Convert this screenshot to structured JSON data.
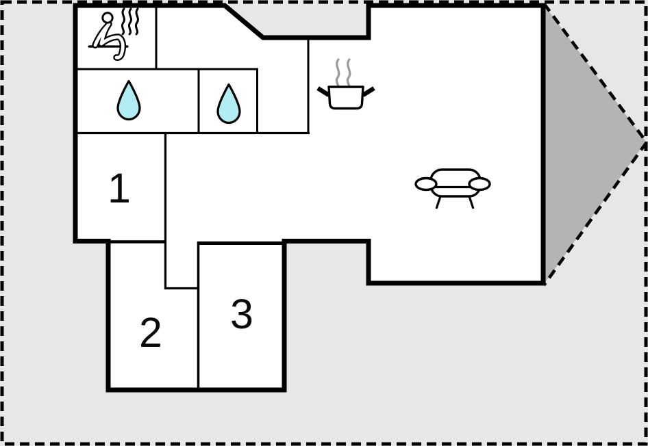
{
  "plan": {
    "type": "floor-plan",
    "rooms": [
      {
        "label": "1"
      },
      {
        "label": "2"
      },
      {
        "label": "3"
      }
    ],
    "icons": [
      {
        "name": "sauna-icon",
        "glyph": "person-on-sauna-bench-with-steam"
      },
      {
        "name": "water-drop-icon-1",
        "glyph": "water-drop"
      },
      {
        "name": "water-drop-icon-2",
        "glyph": "water-drop"
      },
      {
        "name": "cooking-pot-icon",
        "glyph": "steaming-pot"
      },
      {
        "name": "sofa-icon",
        "glyph": "sofa"
      }
    ],
    "colors": {
      "background": "#e7e7e7",
      "terrace_fill": "#b4b4b4",
      "floor_fill": "#ffffff",
      "wall": "#000000",
      "water_drop_fill": "#b2edf3",
      "pot_steam": "#999999"
    }
  }
}
